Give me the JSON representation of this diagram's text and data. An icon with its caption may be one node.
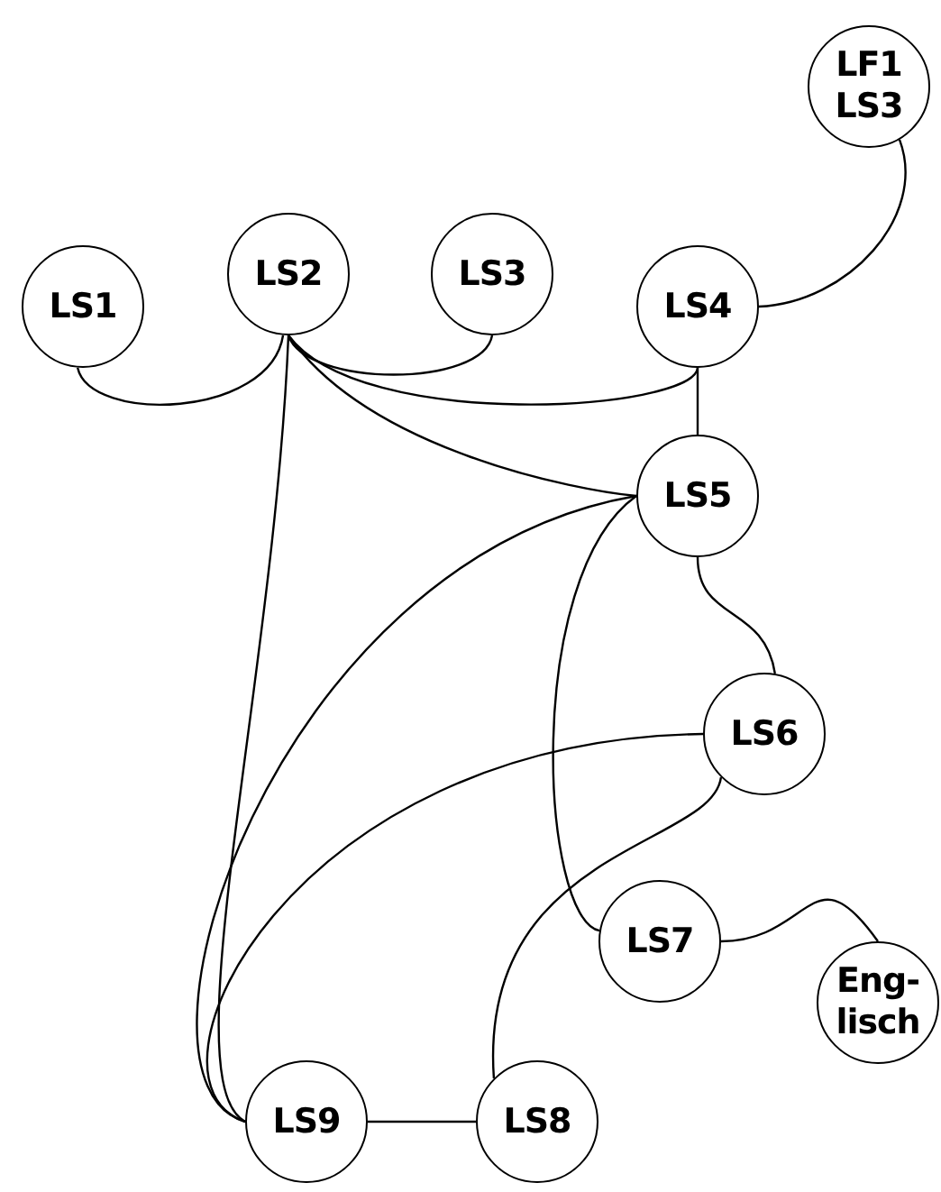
{
  "diagram": {
    "nodes": [
      {
        "text": [
          "LF1 LS3"
        ]
      },
      {
        "text": [
          "LS1"
        ]
      },
      {
        "text": [
          "LS2"
        ]
      },
      {
        "text": [
          "LS3"
        ]
      },
      {
        "text": [
          "LS4"
        ]
      },
      {
        "text": [
          "LS5"
        ]
      },
      {
        "text": [
          "LS6"
        ]
      },
      {
        "text": [
          "LS7"
        ]
      },
      {
        "text": [
          "Eng- lisch"
        ]
      },
      {
        "text": [
          "LS9"
        ]
      },
      {
        "text": [
          "LS8"
        ]
      }
    ],
    "edges": [
      {
        "from": 1,
        "to": 2,
        "arrow": "none"
      },
      {
        "from": 2,
        "to": 3,
        "arrow": "none"
      },
      {
        "from": 2,
        "to": 4,
        "arrow": "none"
      },
      {
        "from": 2,
        "to": 5,
        "arrow": "none"
      },
      {
        "from": 2,
        "to": 9,
        "arrow": "none"
      },
      {
        "from": 4,
        "to": 0,
        "arrow": "none"
      },
      {
        "from": 4,
        "to": 5,
        "arrow": "none"
      },
      {
        "from": 5,
        "to": 9,
        "arrow": "none"
      },
      {
        "from": 5,
        "to": 6,
        "arrow": "none"
      },
      {
        "from": 5,
        "to": 7,
        "arrow": "none"
      },
      {
        "from": 6,
        "to": 9,
        "arrow": "none"
      },
      {
        "from": 6,
        "to": 10,
        "arrow": "none"
      },
      {
        "from": 7,
        "to": 8,
        "arrow": "none"
      },
      {
        "from": 9,
        "to": 10,
        "arrow": "none"
      }
    ]
  }
}
